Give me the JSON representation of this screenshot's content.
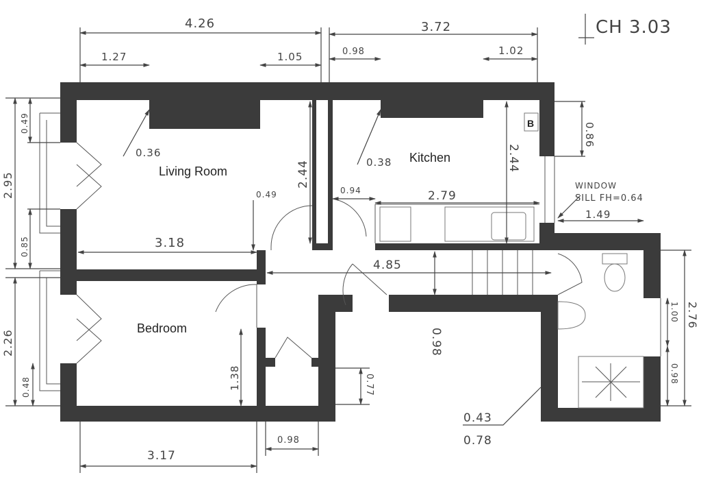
{
  "title": "CH 3.03",
  "rooms": {
    "living": "Living Room",
    "kitchen": "Kitchen",
    "bedroom": "Bedroom",
    "boiler": "B"
  },
  "notes": {
    "window_line1": "WINDOW",
    "window_line2": "SILL FH=0.64"
  },
  "dimensions": {
    "top_living": "4.26",
    "top_kitchen": "3.72",
    "living_left": "1.27",
    "living_right": "1.05",
    "kitchen_left": "0.98",
    "kitchen_right": "1.02",
    "chimney_living": "0.36",
    "chimney_kitchen": "0.38",
    "living_height": "2.44",
    "kitchen_height": "2.44",
    "kitchen_window": "0.86",
    "door_living": "0.49",
    "door_kitchen": "0.94",
    "kitchen_counter": "2.79",
    "bath_width": "1.49",
    "living_width": "3.18",
    "hall_length": "4.85",
    "hall_width": "0.98",
    "bedroom_depth": "1.38",
    "cupboard": "0.77",
    "left_total_top": "2.95",
    "left_top_pier": "0.49",
    "left_mid_pier": "0.85",
    "left_total_bottom": "2.26",
    "left_bottom_pier": "0.48",
    "right_total": "2.76",
    "right_window": "1.00",
    "right_pier": "0.98",
    "bath_note_top": "0.43",
    "bath_note_bottom": "0.78",
    "bedroom_width": "3.17",
    "cupboard_width": "0.98"
  }
}
